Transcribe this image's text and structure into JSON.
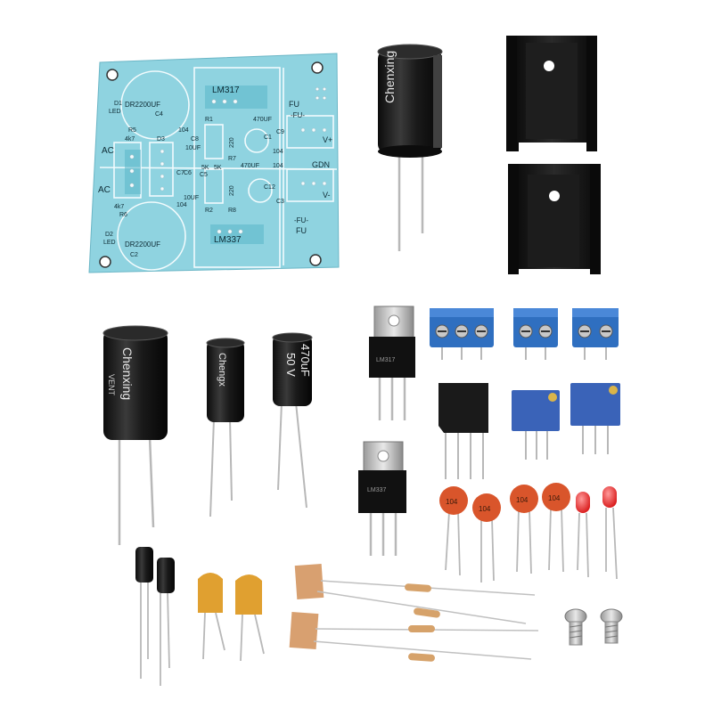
{
  "pcb": {
    "regulator_top": "LM317",
    "regulator_bottom": "LM337",
    "cap_c4": "DR2200UF",
    "cap_c4_ref": "C4",
    "cap_c2": "DR2200UF",
    "cap_c2_ref": "C2",
    "d1": "D1",
    "led1": "LED",
    "d2": "D2",
    "led2": "LED",
    "r5": "R5",
    "r5_val": "4k7",
    "r6": "R6",
    "r6_val": "4k7",
    "d3": "D3",
    "ac_top": "AC",
    "ac_bottom": "AC",
    "c104_a": "104",
    "c104_b": "104",
    "c104_c": "104",
    "c104_d": "104",
    "c8": "C8",
    "c6": "C6",
    "c7": "C7",
    "c5": "C5",
    "uf10_a": "10UF",
    "uf10_b": "10UF",
    "r1": "R1",
    "r2": "R2",
    "r7": "R7",
    "r8": "R8",
    "r220_a": "220",
    "r220_b": "220",
    "pot_5k_a": "5K",
    "pot_5k_b": "5K",
    "c1": "C1",
    "c12": "C12",
    "uf470_a": "470UF",
    "uf470_b": "470UF",
    "c9": "C9",
    "c3": "C3",
    "fu_top": "FU",
    "fu_box_top": "-FU-",
    "fu_bottom": "FU",
    "fu_box_bottom": "-FU-",
    "gdn": "GDN",
    "v_plus": "V+",
    "v_minus": "V-"
  },
  "parts": {
    "cap_brand": "Chenxing",
    "cap_brand_vent": "VENT",
    "cap_small_brand": "Chengx",
    "cap_rating_470": "470uF",
    "cap_rating_50v": "50 V",
    "reg_label_top": "LM317",
    "reg_label_bottom": "LM337",
    "ceramic_104_a": "104",
    "ceramic_104_b": "104",
    "ceramic_104_c": "104",
    "ceramic_104_d": "104"
  },
  "colors": {
    "pcb_board": "#8fd3e0",
    "pcb_trace": "#5ab7c9",
    "electrolytic_body": "#1c1c1c",
    "terminal_blue": "#2f6fc0",
    "trimmer_blue": "#3a63b8",
    "ceramic_orange": "#d9552b",
    "polyfuse_yellow": "#e0a030",
    "led_red": "#e83030",
    "heatsink_black": "#151515"
  }
}
